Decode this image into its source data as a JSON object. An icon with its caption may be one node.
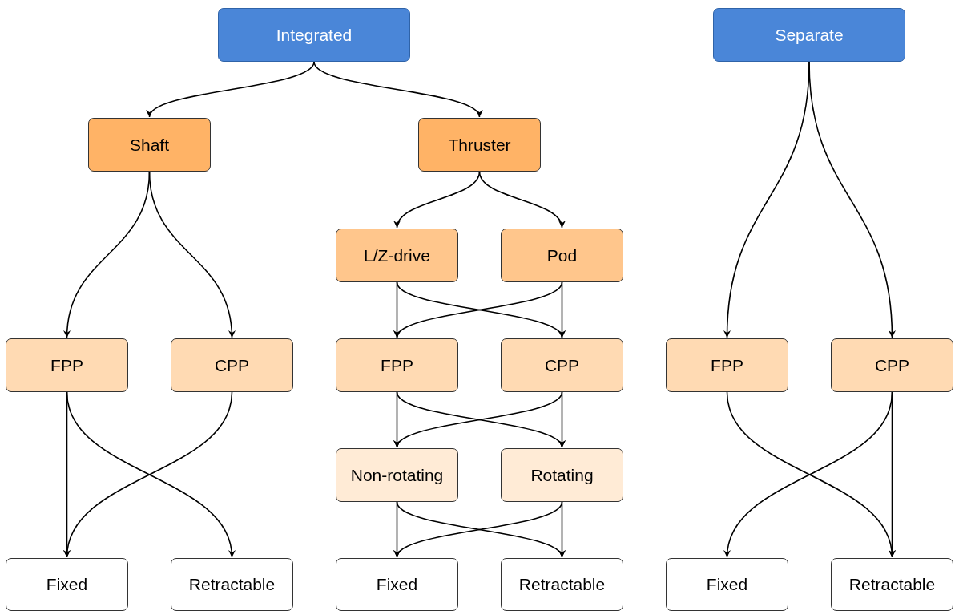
{
  "diagram": {
    "nodes": [
      {
        "text": [
          "Integrated"
        ]
      },
      {
        "text": [
          "Separate"
        ]
      },
      {
        "text": [
          "Shaft"
        ]
      },
      {
        "text": [
          "Thruster"
        ]
      },
      {
        "text": [
          "L/Z-drive"
        ]
      },
      {
        "text": [
          "Pod"
        ]
      },
      {
        "text": [
          "FPP"
        ]
      },
      {
        "text": [
          "CPP"
        ]
      },
      {
        "text": [
          "FPP"
        ]
      },
      {
        "text": [
          "CPP"
        ]
      },
      {
        "text": [
          "FPP"
        ]
      },
      {
        "text": [
          "CPP"
        ]
      },
      {
        "text": [
          "Non-rotating"
        ]
      },
      {
        "text": [
          "Rotating"
        ]
      },
      {
        "text": [
          "Fixed"
        ]
      },
      {
        "text": [
          "Retractable"
        ]
      },
      {
        "text": [
          "Fixed"
        ]
      },
      {
        "text": [
          "Retractable"
        ]
      },
      {
        "text": [
          "Fixed"
        ]
      },
      {
        "text": [
          "Retractable"
        ]
      }
    ],
    "edges": [
      {
        "from": 0,
        "to": 2,
        "arrow": "to"
      },
      {
        "from": 0,
        "to": 3,
        "arrow": "to"
      },
      {
        "from": 1,
        "to": 10,
        "arrow": "to"
      },
      {
        "from": 1,
        "to": 11,
        "arrow": "to"
      },
      {
        "from": 2,
        "to": 6,
        "arrow": "to"
      },
      {
        "from": 2,
        "to": 7,
        "arrow": "to"
      },
      {
        "from": 3,
        "to": 4,
        "arrow": "to"
      },
      {
        "from": 3,
        "to": 5,
        "arrow": "to"
      },
      {
        "from": 4,
        "to": 8,
        "arrow": "to"
      },
      {
        "from": 4,
        "to": 9,
        "arrow": "to"
      },
      {
        "from": 5,
        "to": 8,
        "arrow": "to"
      },
      {
        "from": 5,
        "to": 9,
        "arrow": "to"
      },
      {
        "from": 6,
        "to": 14,
        "arrow": "to"
      },
      {
        "from": 6,
        "to": 15,
        "arrow": "to"
      },
      {
        "from": 7,
        "to": 14,
        "arrow": "to"
      },
      {
        "from": 8,
        "to": 12,
        "arrow": "to"
      },
      {
        "from": 8,
        "to": 13,
        "arrow": "to"
      },
      {
        "from": 9,
        "to": 12,
        "arrow": "to"
      },
      {
        "from": 9,
        "to": 13,
        "arrow": "to"
      },
      {
        "from": 10,
        "to": 19,
        "arrow": "to"
      },
      {
        "from": 11,
        "to": 18,
        "arrow": "to"
      },
      {
        "from": 11,
        "to": 19,
        "arrow": "to"
      },
      {
        "from": 12,
        "to": 16,
        "arrow": "to"
      },
      {
        "from": 12,
        "to": 17,
        "arrow": "to"
      },
      {
        "from": 13,
        "to": 16,
        "arrow": "to"
      },
      {
        "from": 13,
        "to": 17,
        "arrow": "to"
      }
    ]
  }
}
